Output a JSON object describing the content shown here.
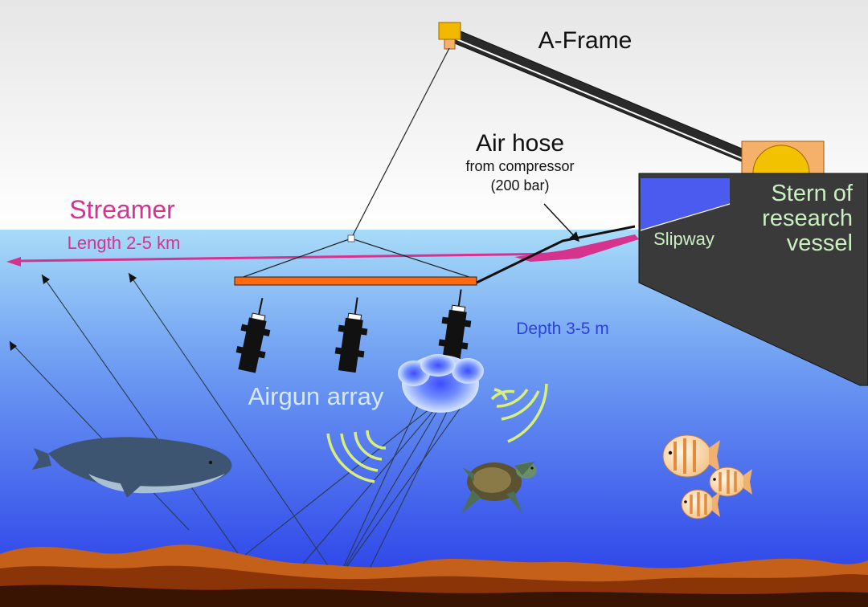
{
  "labels": {
    "a_frame": "A-Frame",
    "air_hose_title": "Air hose",
    "air_hose_line1": "from compressor",
    "air_hose_line2": "(200 bar)",
    "streamer": "Streamer",
    "streamer_length": "Length 2-5 km",
    "stern_line1": "Stern of",
    "stern_line2": "research",
    "stern_line3": "vessel",
    "slipway": "Slipway",
    "depth": "Depth 3-5 m",
    "airgun_array": "Airgun array"
  },
  "colors": {
    "sky_top": "#e6e6e6",
    "sky_bottom": "#ffffff",
    "water_top": "#9fd4f5",
    "water_bottom": "#2a3fe6",
    "streamer": "#d6338f",
    "vessel": "#3a3a3a",
    "slipway": "#4b5bf0",
    "stern_text": "#c9f0c0",
    "depth_text": "#2d3fe0",
    "airgun_float": "#ff6a10",
    "airgun": "#111111",
    "pulse_arc": "#d8f07a",
    "seabed_top": "#c5601a",
    "seabed_bottom": "#5a1e05",
    "a_frame_joint": "#f2b800",
    "a_frame_base": "#f5b06a"
  }
}
